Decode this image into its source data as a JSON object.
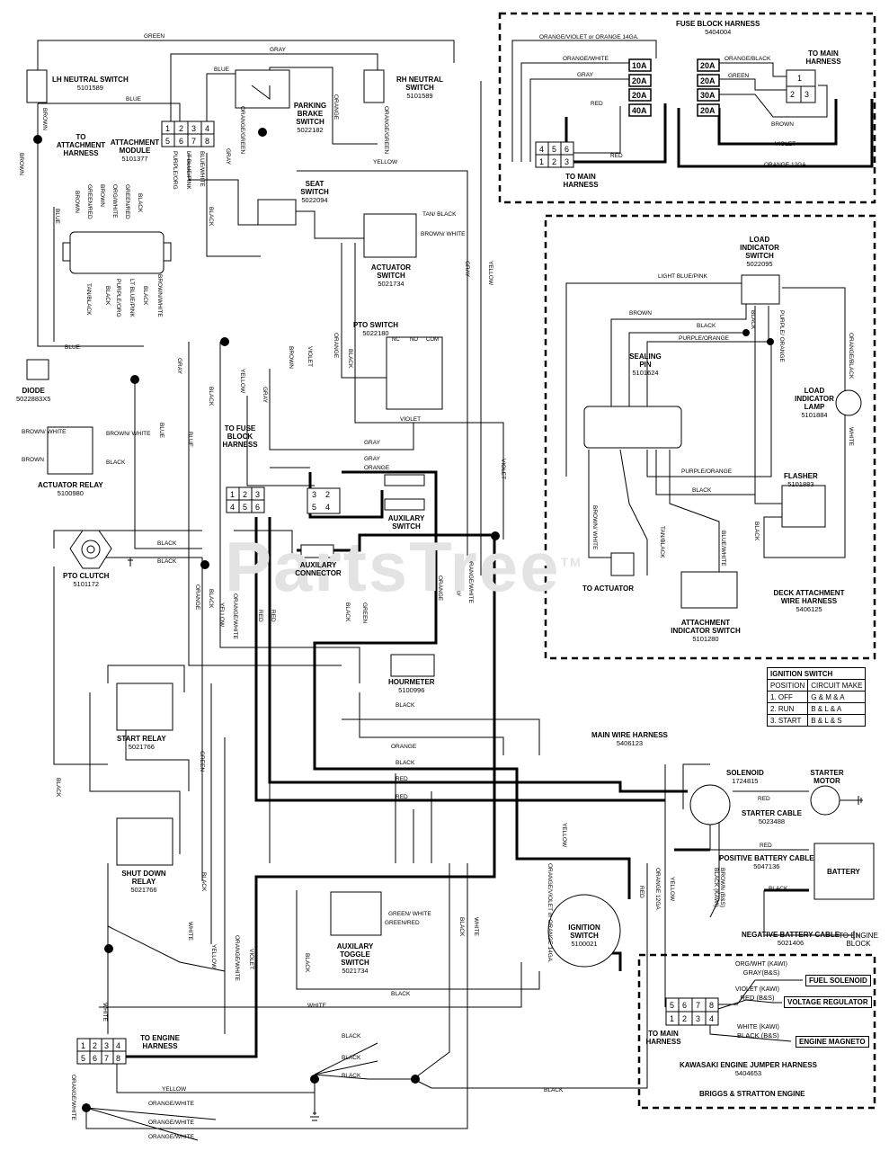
{
  "watermark": "PartsTree",
  "watermark_tm": "TM",
  "components": {
    "lh_neutral": {
      "name": "LH NEUTRAL SWITCH",
      "part": "5101589"
    },
    "rh_neutral": {
      "name": "RH NEUTRAL SWITCH",
      "part": "5101589"
    },
    "parking_brake": {
      "name": "PARKING BRAKE SWITCH",
      "part": "5022182"
    },
    "attachment_module": {
      "name": "ATTACHMENT MODULE",
      "part": "5101377"
    },
    "to_attachment": {
      "name": "TO ATTACHMENT HARNESS"
    },
    "seat_switch": {
      "name": "SEAT SWITCH",
      "part": "5022094"
    },
    "actuator_switch": {
      "name": "ACTUATOR SWITCH",
      "part": "5021734"
    },
    "pto_switch": {
      "name": "PTO SWITCH",
      "part": "5022180"
    },
    "diode": {
      "name": "DIODE",
      "part": "5022883X5"
    },
    "actuator_relay": {
      "name": "ACTUATOR RELAY",
      "part": "5100980"
    },
    "to_fuse_block": {
      "name": "TO FUSE BLOCK HARNESS"
    },
    "auxilary_switch": {
      "name": "AUXILARY SWITCH"
    },
    "auxilary_connector": {
      "name": "AUXILARY CONNECTOR"
    },
    "pto_clutch": {
      "name": "PTO CLUTCH",
      "part": "5101172"
    },
    "start_relay": {
      "name": "START RELAY",
      "part": "5021766"
    },
    "shut_down_relay": {
      "name": "SHUT DOWN RELAY",
      "part": "5021766"
    },
    "hourmeter": {
      "name": "HOURMETER",
      "part": "5100996"
    },
    "main_wire_harness": {
      "name": "MAIN WIRE HARNESS",
      "part": "5406123"
    },
    "solenoid": {
      "name": "SOLENOID",
      "part": "1724815"
    },
    "starter_motor": {
      "name": "STARTER MOTOR"
    },
    "starter_cable": {
      "name": "STARTER CABLE",
      "part": "5023488"
    },
    "positive_cable": {
      "name": "POSITIVE BATTERY CABLE",
      "part": "5047136"
    },
    "battery": {
      "name": "BATTERY"
    },
    "negative_cable": {
      "name": "NEGATIVE BATTERY CABLE",
      "part": "5021406"
    },
    "to_engine_block": {
      "name": "TO ENGINE BLOCK"
    },
    "ignition_switch": {
      "name": "IGNITION SWITCH",
      "part": "5100021"
    },
    "aux_toggle": {
      "name": "AUXILARY TOGGLE SWITCH",
      "part": "5021734"
    },
    "to_engine_harness": {
      "name": "TO ENGINE HARNESS"
    },
    "fuse_block": {
      "name": "FUSE BLOCK HARNESS",
      "part": "5404004"
    },
    "to_main_harness_1": {
      "name": "TO MAIN HARNESS"
    },
    "to_main_harness_2": {
      "name": "TO MAIN HARNESS"
    },
    "to_main_harness_3": {
      "name": "TO MAIN HARNESS"
    },
    "load_indicator_switch": {
      "name": "LOAD INDICATOR SWITCH",
      "part": "5022095"
    },
    "sealing_pin": {
      "name": "SEALING PIN",
      "part": "5101624"
    },
    "load_indicator_lamp": {
      "name": "LOAD INDICATOR LAMP",
      "part": "5101884"
    },
    "flasher": {
      "name": "FLASHER",
      "part": "5101883"
    },
    "to_actuator": {
      "name": "TO ACTUATOR"
    },
    "attachment_indicator": {
      "name": "ATTACHMENT INDICATOR SWITCH",
      "part": "5101280"
    },
    "deck_attachment": {
      "name": "DECK ATTACHMENT WIRE HARNESS",
      "part": "5406125"
    },
    "kawasaki_jumper": {
      "name": "KAWASAKI ENGINE JUMPER HARNESS",
      "part": "5404653"
    },
    "briggs": {
      "name": "BRIGGS & STRATTON ENGINE"
    }
  },
  "fuses": [
    "10A",
    "20A",
    "20A",
    "40A",
    "20A",
    "20A",
    "30A",
    "20A"
  ],
  "engine_boxes": {
    "fuel_solenoid": "FUEL SOLENOID",
    "voltage_regulator": "VOLTAGE REGULATOR",
    "engine_magneto": "ENGINE MAGNETO"
  },
  "engine_wires": {
    "fuel": "ORG/WHT (KAWI)",
    "fuel2": "GRAY(B&S)",
    "volt": "VIOLET (KAWI)",
    "volt2": "RED (B&S)",
    "mag": "WHITE (KAWI)",
    "mag2": "BLACK (B&S)"
  },
  "ignition_table": {
    "title": "IGNITION SWITCH",
    "headers": [
      "POSITION",
      "CIRCUIT MAKE"
    ],
    "rows": [
      [
        "1. OFF",
        "G & M & A"
      ],
      [
        "2. RUN",
        "B & L & A"
      ],
      [
        "3. START",
        "B & L & S"
      ]
    ]
  },
  "wire_labels": {
    "green": "GREEN",
    "gray": "GRAY",
    "blue": "BLUE",
    "orange": "ORANGE",
    "orange_green": "ORANGE/GREEN",
    "brown": "BROWN",
    "yellow": "YELLOW",
    "black": "BLACK",
    "violet": "VIOLET",
    "red": "RED",
    "white": "WHITE",
    "orange_white": "ORANGE/WHITE",
    "tan_black": "TAN/ BLACK",
    "brown_white": "BROWN/ WHITE",
    "orange_violet": "ORANGE/VIOLET or ORANGE 14GA.",
    "orange_white2": "ORANGE/WHITE",
    "orange_black": "ORANGE/BLACK",
    "orange_12ga": "ORANGE 12GA.",
    "light_blue_pink": "LIGHT BLUE/PINK",
    "purple_orange": "PURPLE/ORANGE",
    "purple_orange2": "PURPLE/ ORANGE",
    "orange_black2": "ORANGE/BLACK",
    "green_red": "GREEN/RED",
    "green_white": "GREEN/ WHITE",
    "orange_12a": "ORANGE 12GA",
    "black_kawi": "BLACK (KAWI)",
    "brown_bs": "BROWN (B&S)",
    "purple_org": "PURPLE/ORG",
    "lt_blue_pink": "LT BLUE/PINK",
    "blue_white": "BLUE/WHITE",
    "green_red2": "GREEN/RED",
    "org_white": "ORG/WHITE",
    "tan_black2": "TAN/BLACK",
    "lt_blue_pink2": "LT BLUE/PINK",
    "brown_white2": "BROWN/WHITE",
    "purple_org2": "PURPLE/ORG"
  },
  "pto_terms": [
    "NC",
    "NO",
    "COM"
  ]
}
